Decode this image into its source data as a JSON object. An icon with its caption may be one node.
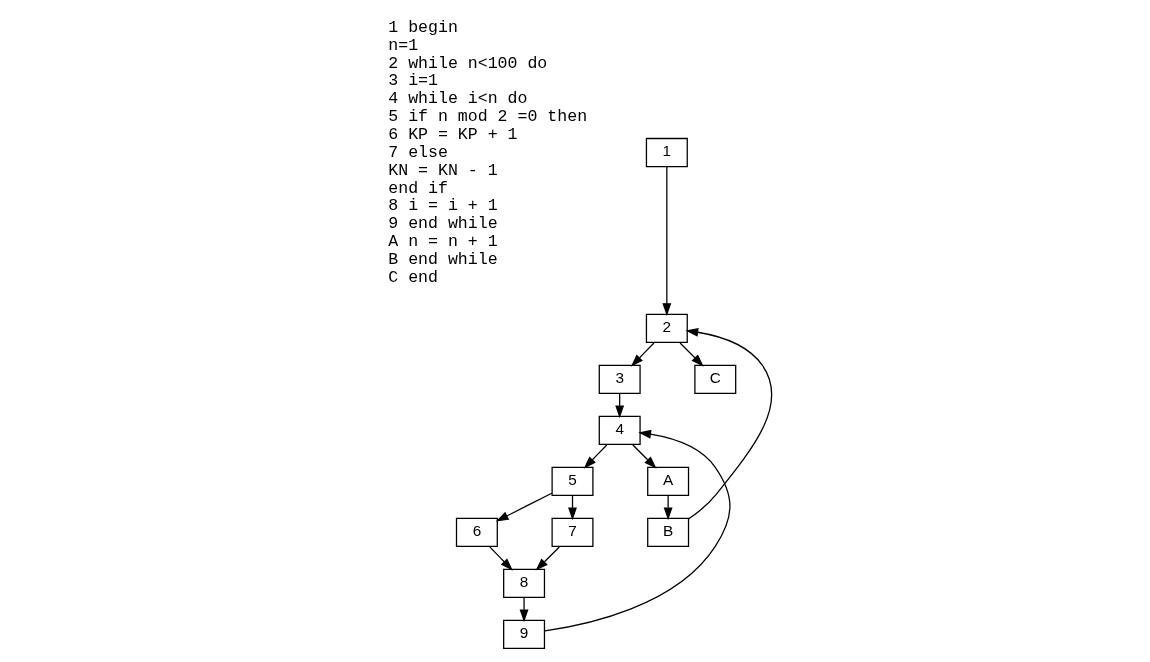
{
  "diagram": {
    "nodes": [
      {
        "text": [
          "1"
        ]
      },
      {
        "text": [
          "2"
        ]
      },
      {
        "text": [
          "3"
        ]
      },
      {
        "text": [
          "4"
        ]
      },
      {
        "text": [
          "5"
        ]
      },
      {
        "text": [
          "6"
        ]
      },
      {
        "text": [
          "7"
        ]
      },
      {
        "text": [
          "8"
        ]
      },
      {
        "text": [
          "9"
        ]
      },
      {
        "text": [
          "A"
        ]
      },
      {
        "text": [
          "B"
        ]
      },
      {
        "text": [
          "C"
        ]
      }
    ],
    "edges": [
      {
        "from": 0,
        "to": 1,
        "arrow": "to"
      },
      {
        "from": 1,
        "to": 2,
        "arrow": "to"
      },
      {
        "from": 2,
        "to": 3,
        "arrow": "to"
      },
      {
        "from": 3,
        "to": 4,
        "arrow": "to"
      },
      {
        "from": 4,
        "to": 5,
        "arrow": "to"
      },
      {
        "from": 4,
        "to": 6,
        "arrow": "to"
      },
      {
        "from": 5,
        "to": 7,
        "arrow": "to"
      },
      {
        "from": 6,
        "to": 7,
        "arrow": "to"
      },
      {
        "from": 7,
        "to": 8,
        "arrow": "to"
      },
      {
        "from": 8,
        "to": 3,
        "arrow": "to"
      },
      {
        "from": 3,
        "to": 9,
        "arrow": "to"
      },
      {
        "from": 9,
        "to": 10,
        "arrow": "to"
      },
      {
        "from": 10,
        "to": 1,
        "arrow": "to"
      },
      {
        "from": 1,
        "to": 11,
        "arrow": "to"
      }
    ],
    "labels": [
      "1 begin",
      "n=1",
      "2 while n<100 do",
      "3 i=1",
      "4 while i<n do",
      "5 if n mod 2 =0 then",
      "6 KP = KP + 1",
      "7 else",
      "KN = KN - 1",
      "end if",
      "8 i = i + 1",
      "9 end while",
      "A n = n + 1",
      "B end while",
      "C end"
    ]
  }
}
